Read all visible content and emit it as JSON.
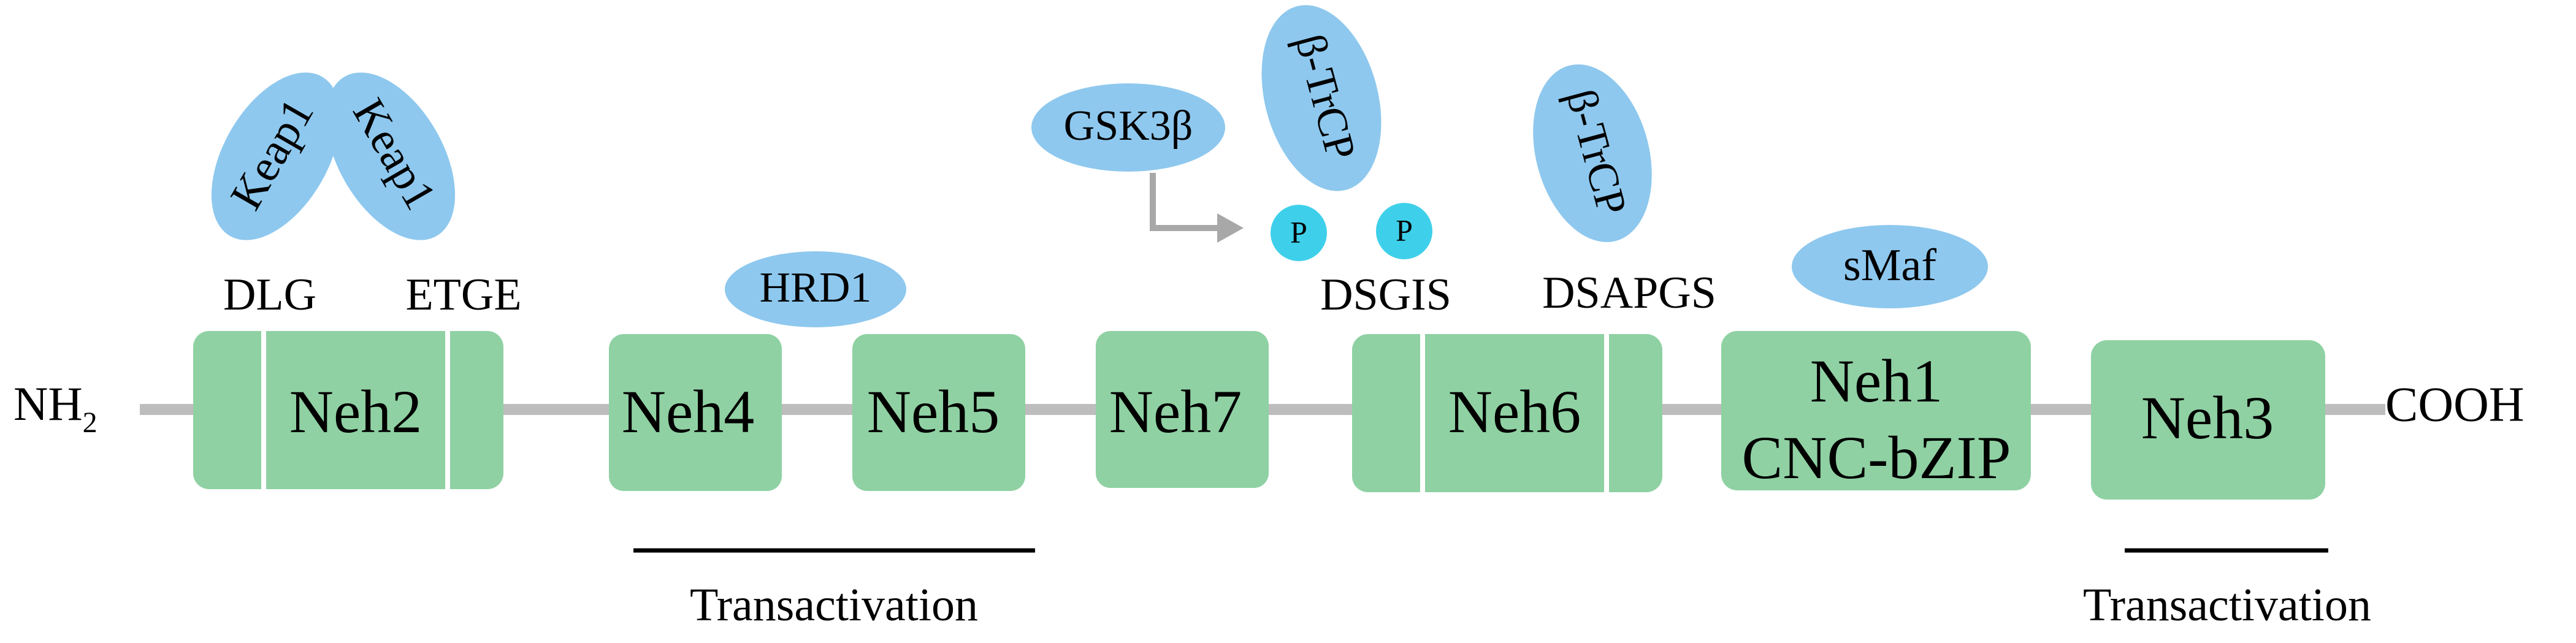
{
  "termini": {
    "n": "NH",
    "n_sub": "2",
    "c": "COOH"
  },
  "domains": {
    "neh2": "Neh2",
    "neh4": "Neh4",
    "neh5": "Neh5",
    "neh7": "Neh7",
    "neh6": "Neh6",
    "neh1_line1": "Neh1",
    "neh1_line2": "CNC-bZIP",
    "neh3": "Neh3"
  },
  "motifs": {
    "dlg": "DLG",
    "etge": "ETGE",
    "dsgis": "DSGIS",
    "dsapgs": "DSAPGS"
  },
  "binders": {
    "keap1_left": "Keap1",
    "keap1_right": "Keap1",
    "hrd1": "HRD1",
    "gsk3b": "GSK3β",
    "btrcp_1": "β-TrCP",
    "btrcp_2": "β-TrCP",
    "smaf": "sMaf"
  },
  "phospho": {
    "p1": "P",
    "p2": "P"
  },
  "regions": {
    "transactivation_1": "Transactivation",
    "transactivation_2": "Transactivation"
  },
  "colors": {
    "domain_fill": "#8fd1a3",
    "binder_fill": "#8ec8ee",
    "phospho_fill": "#3ed0ea",
    "backbone": "#bdbdbd",
    "arrow": "#a8a8a8",
    "text": "#000000"
  }
}
